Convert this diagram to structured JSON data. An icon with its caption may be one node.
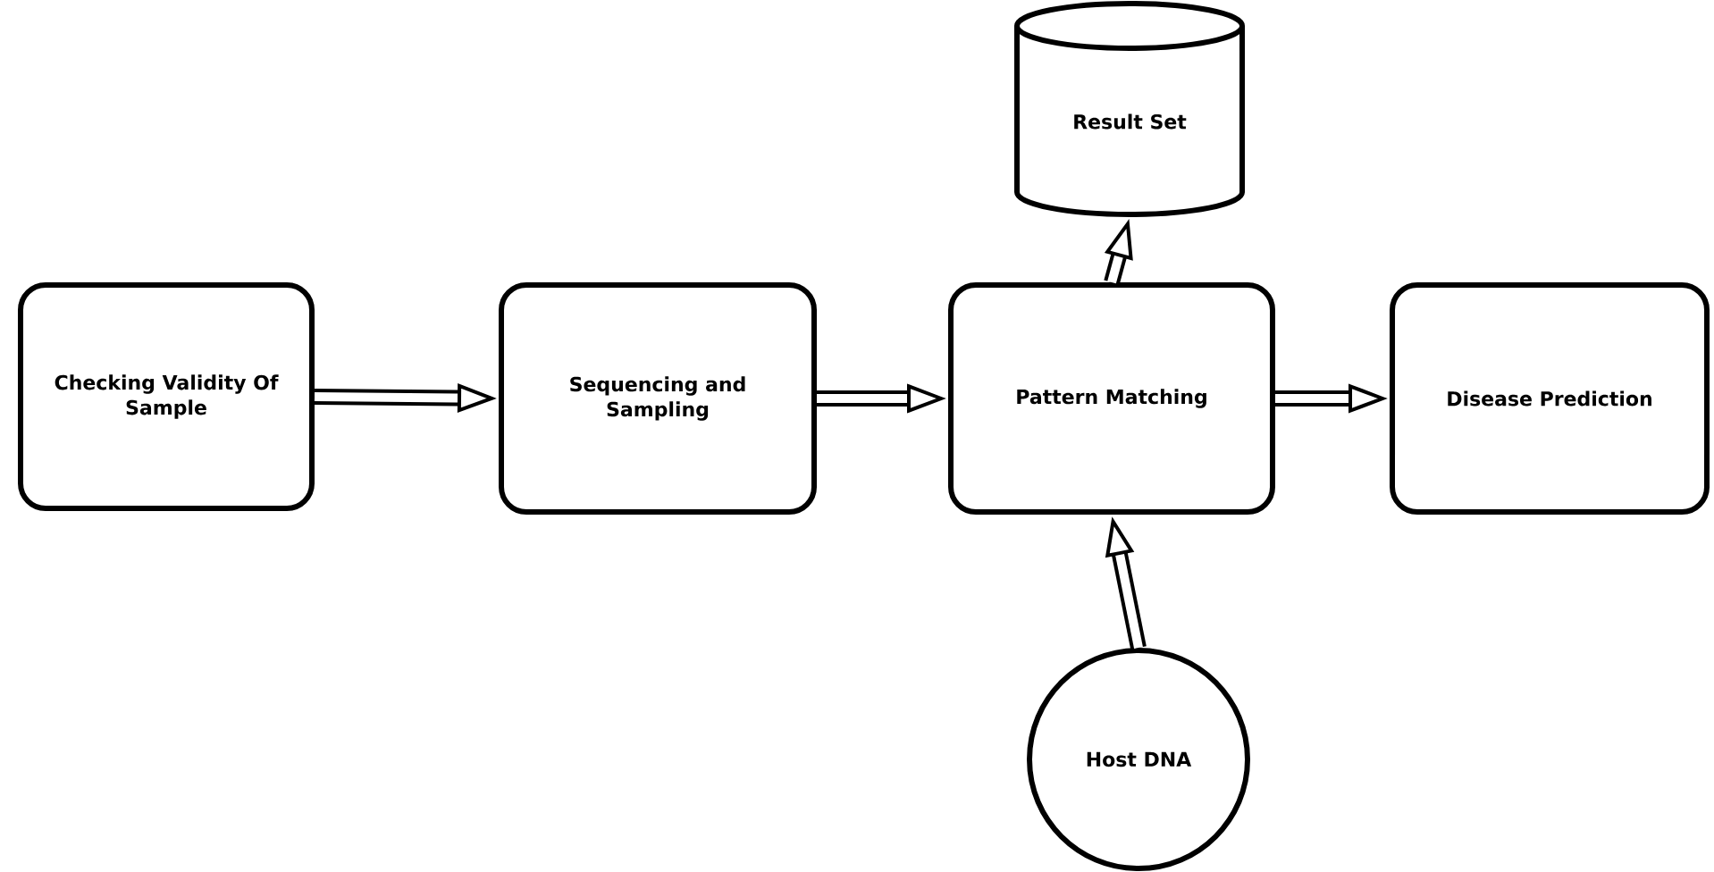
{
  "diagram": {
    "nodes": [
      {
        "text": [
          "Checking Validity Of Sample"
        ]
      },
      {
        "text": [
          "Sequencing and Sampling"
        ]
      },
      {
        "text": [
          "Pattern Matching"
        ]
      },
      {
        "text": [
          "Result Set"
        ]
      },
      {
        "text": [
          "Disease Prediction"
        ]
      },
      {
        "text": [
          "Host DNA"
        ]
      }
    ],
    "edges": [
      {
        "from": 0,
        "to": 1,
        "arrow": "to"
      },
      {
        "from": 1,
        "to": 2,
        "arrow": "to"
      },
      {
        "from": 2,
        "to": 3,
        "arrow": "to"
      },
      {
        "from": 2,
        "to": 4,
        "arrow": "to"
      },
      {
        "from": 5,
        "to": 2,
        "arrow": "to"
      }
    ]
  }
}
